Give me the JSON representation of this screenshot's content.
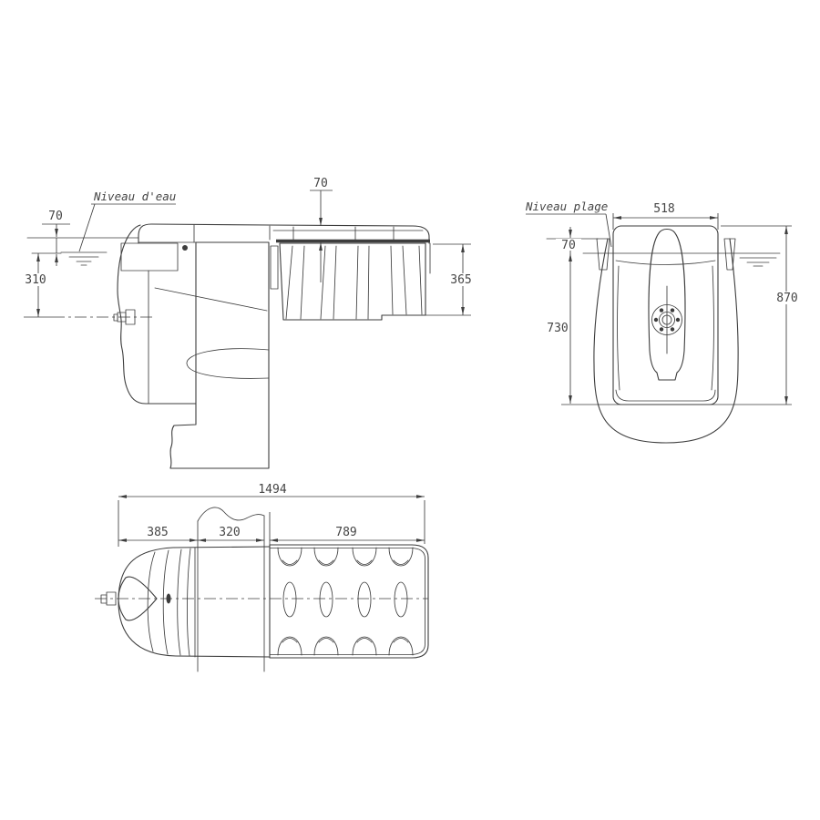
{
  "colors": {
    "line": "#3d3d3d",
    "text": "#454545",
    "background": "#ffffff"
  },
  "labels": {
    "water_level": "Niveau d'eau",
    "deck_level": "Niveau plage"
  },
  "dims": {
    "side": {
      "freeboard": "70",
      "water_to_axis": "310",
      "lid_height": "70",
      "basket_depth": "365"
    },
    "front": {
      "width": "518",
      "deck_to_water": "70",
      "water_to_base": "730",
      "total_height": "870"
    },
    "top": {
      "overall_length": "1494",
      "front_depth": "385",
      "wall_thickness": "320",
      "basket_length": "789"
    }
  }
}
